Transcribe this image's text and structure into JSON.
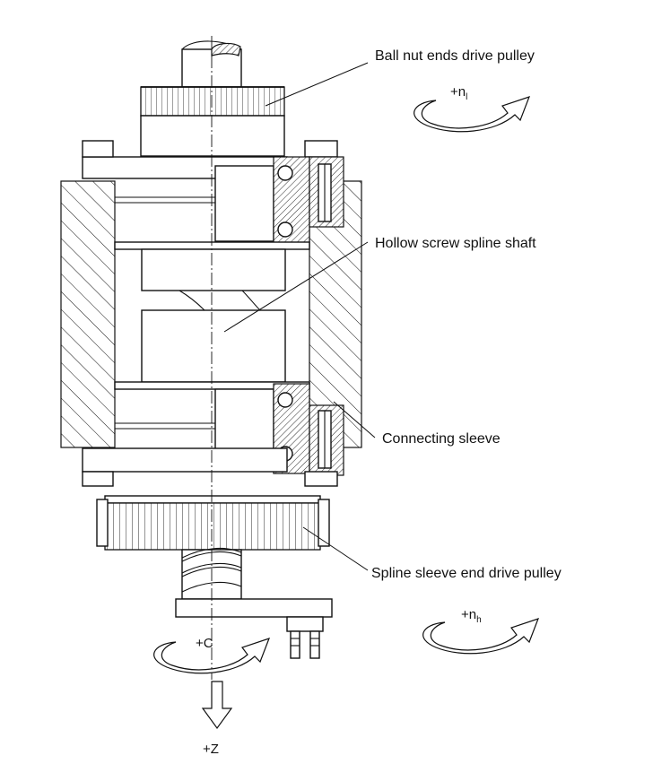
{
  "labels": {
    "ball_nut_pulley": "Ball nut ends drive pulley",
    "hollow_screw": "Hollow screw spline shaft",
    "connecting_sleeve": "Connecting sleeve",
    "spline_sleeve_pulley": "Spline sleeve end drive pulley"
  },
  "symbols": {
    "nl_base": "+n",
    "nl_sub": "l",
    "nh_base": "+n",
    "nh_sub": "h",
    "c_rotation": "+C",
    "z_direction": "+Z"
  }
}
